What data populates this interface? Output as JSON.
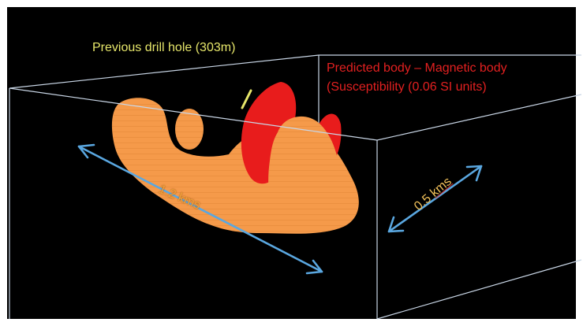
{
  "colors": {
    "background": "#000000",
    "frame_border": "#ffffff",
    "box_edges": "#c9d6e6",
    "drill_hole_label": "#e6e66a",
    "predicted_label": "#e32020",
    "orange_body": "#f59a4a",
    "red_body": "#e81c1c",
    "arrows": "#5aa7e0",
    "length_label": "#f2a23a",
    "width_label": "#f2c15a",
    "width_unit_underline": "#d83030"
  },
  "labels": {
    "drill_hole": "Previous drill hole (303m)",
    "predicted_line1": "Predicted body – Magnetic body",
    "predicted_line2": "(Susceptibility (0.06 SI units)",
    "length_dimension": "1.2 kms",
    "width_value": "0.5 ",
    "width_unit": "kms"
  },
  "icons": [
    "double-headed-arrow-icon",
    "drill-hole-marker-icon"
  ]
}
